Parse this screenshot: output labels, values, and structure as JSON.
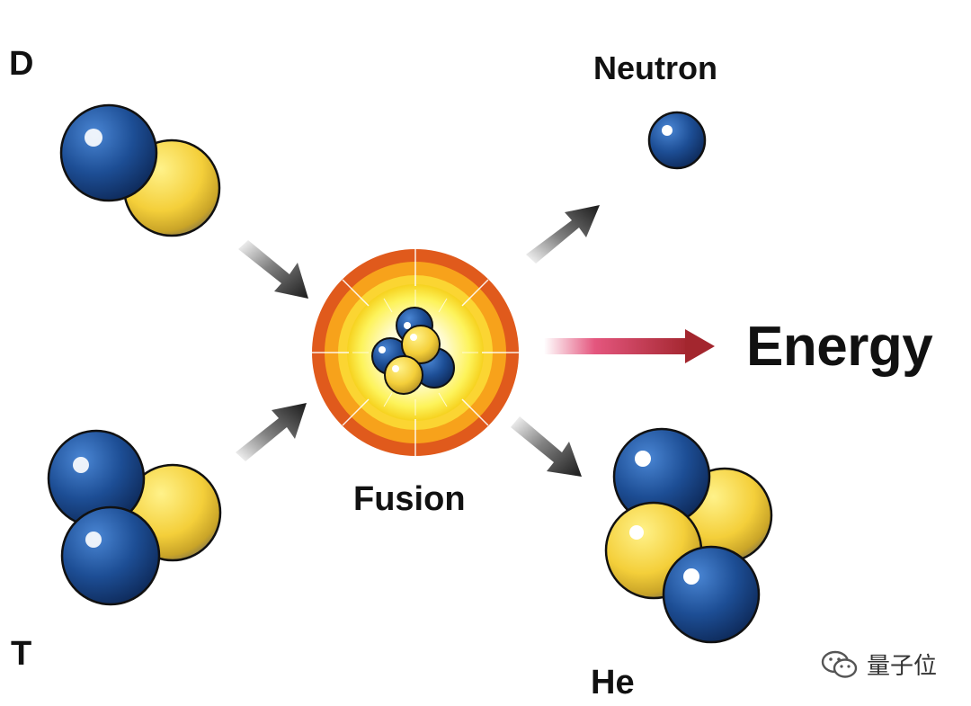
{
  "labels": {
    "deuterium": "D",
    "tritium": "T",
    "neutron": "Neutron",
    "energy": "Energy",
    "fusion": "Fusion",
    "helium": "He"
  },
  "watermark": {
    "text": "量子位",
    "icon": "wechat-icon"
  },
  "colors": {
    "proton": "#1d4e95",
    "neutron_particle": "#f4cf3a",
    "arrow": "#1a1a1a",
    "energy_arrow": "#a3262e",
    "fusion_ring_outer": "#e05a1c",
    "fusion_ring_inner": "#f7a21b",
    "fusion_core": "#fdf35a"
  }
}
